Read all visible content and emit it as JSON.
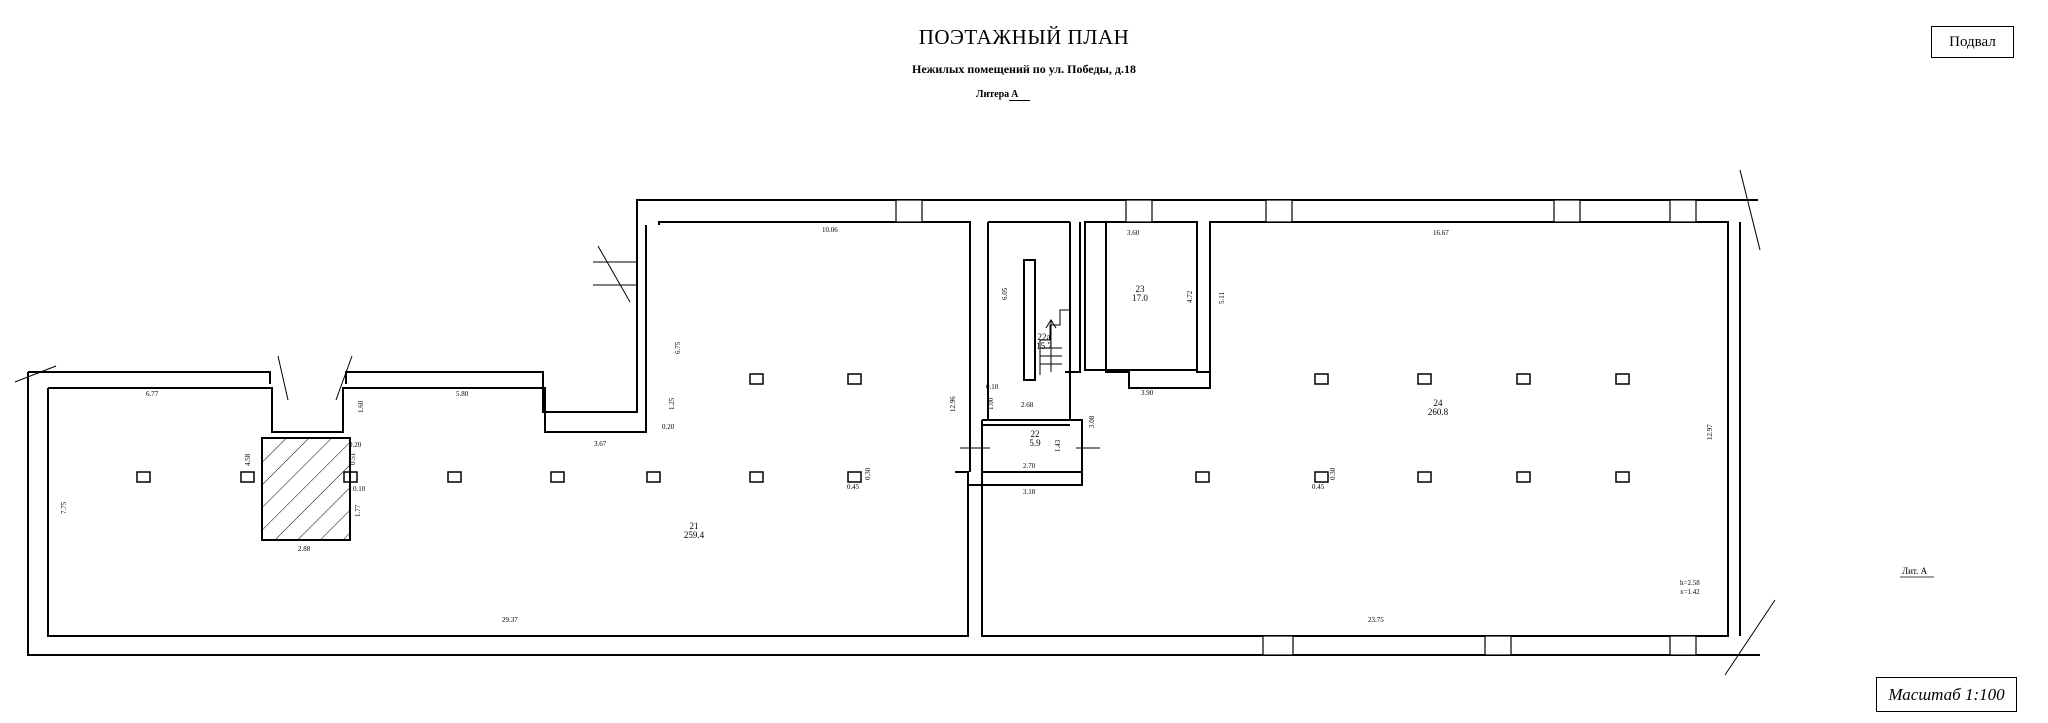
{
  "header": {
    "title": "ПОЭТАЖНЫЙ ПЛАН",
    "subtitle": "Нежилых помещений по ул. Победы, д.18",
    "litera_label": "Литера",
    "litera_value": "А"
  },
  "floor_label": "Подвал",
  "scale_label": "Масштаб 1:100",
  "building_label": "Лит. А",
  "ceiling_info": {
    "height": "h=2.58",
    "x": "x=1.42"
  },
  "rooms": [
    {
      "id": "21",
      "area": "259.4"
    },
    {
      "id": "22",
      "area": "5.9"
    },
    {
      "id": "22a",
      "id_display": "22а",
      "area": "15.7"
    },
    {
      "id": "23",
      "area": "17.0"
    },
    {
      "id": "24",
      "area": "260.8"
    }
  ],
  "dimensions": {
    "d677": "6.77",
    "d580": "5.80",
    "d458": "4.58",
    "d775": "7.75",
    "d288": "2.88",
    "d020": "0.20",
    "d051": "0.51",
    "d010a": "0.10",
    "d177": "1.77",
    "d160": "1.60",
    "d367": "3.67",
    "d125": "1.25",
    "d020b": "0.20",
    "d675": "6.75",
    "d1006": "10.06",
    "d045a": "0.45",
    "d030a": "0.30",
    "d2937": "29.37",
    "d1296": "12.96",
    "d605": "6.05",
    "d010b": "0.10",
    "d100": "1.00",
    "d268": "2.68",
    "d143": "1.43",
    "d270": "2.70",
    "d318": "3.18",
    "d308": "3.08",
    "d360": "3.60",
    "d472": "4.72",
    "d390": "3.90",
    "d511": "5.11",
    "d1667": "16.67",
    "d045b": "0.45",
    "d030b": "0.30",
    "d1297": "12.97",
    "d2375": "23.75"
  }
}
